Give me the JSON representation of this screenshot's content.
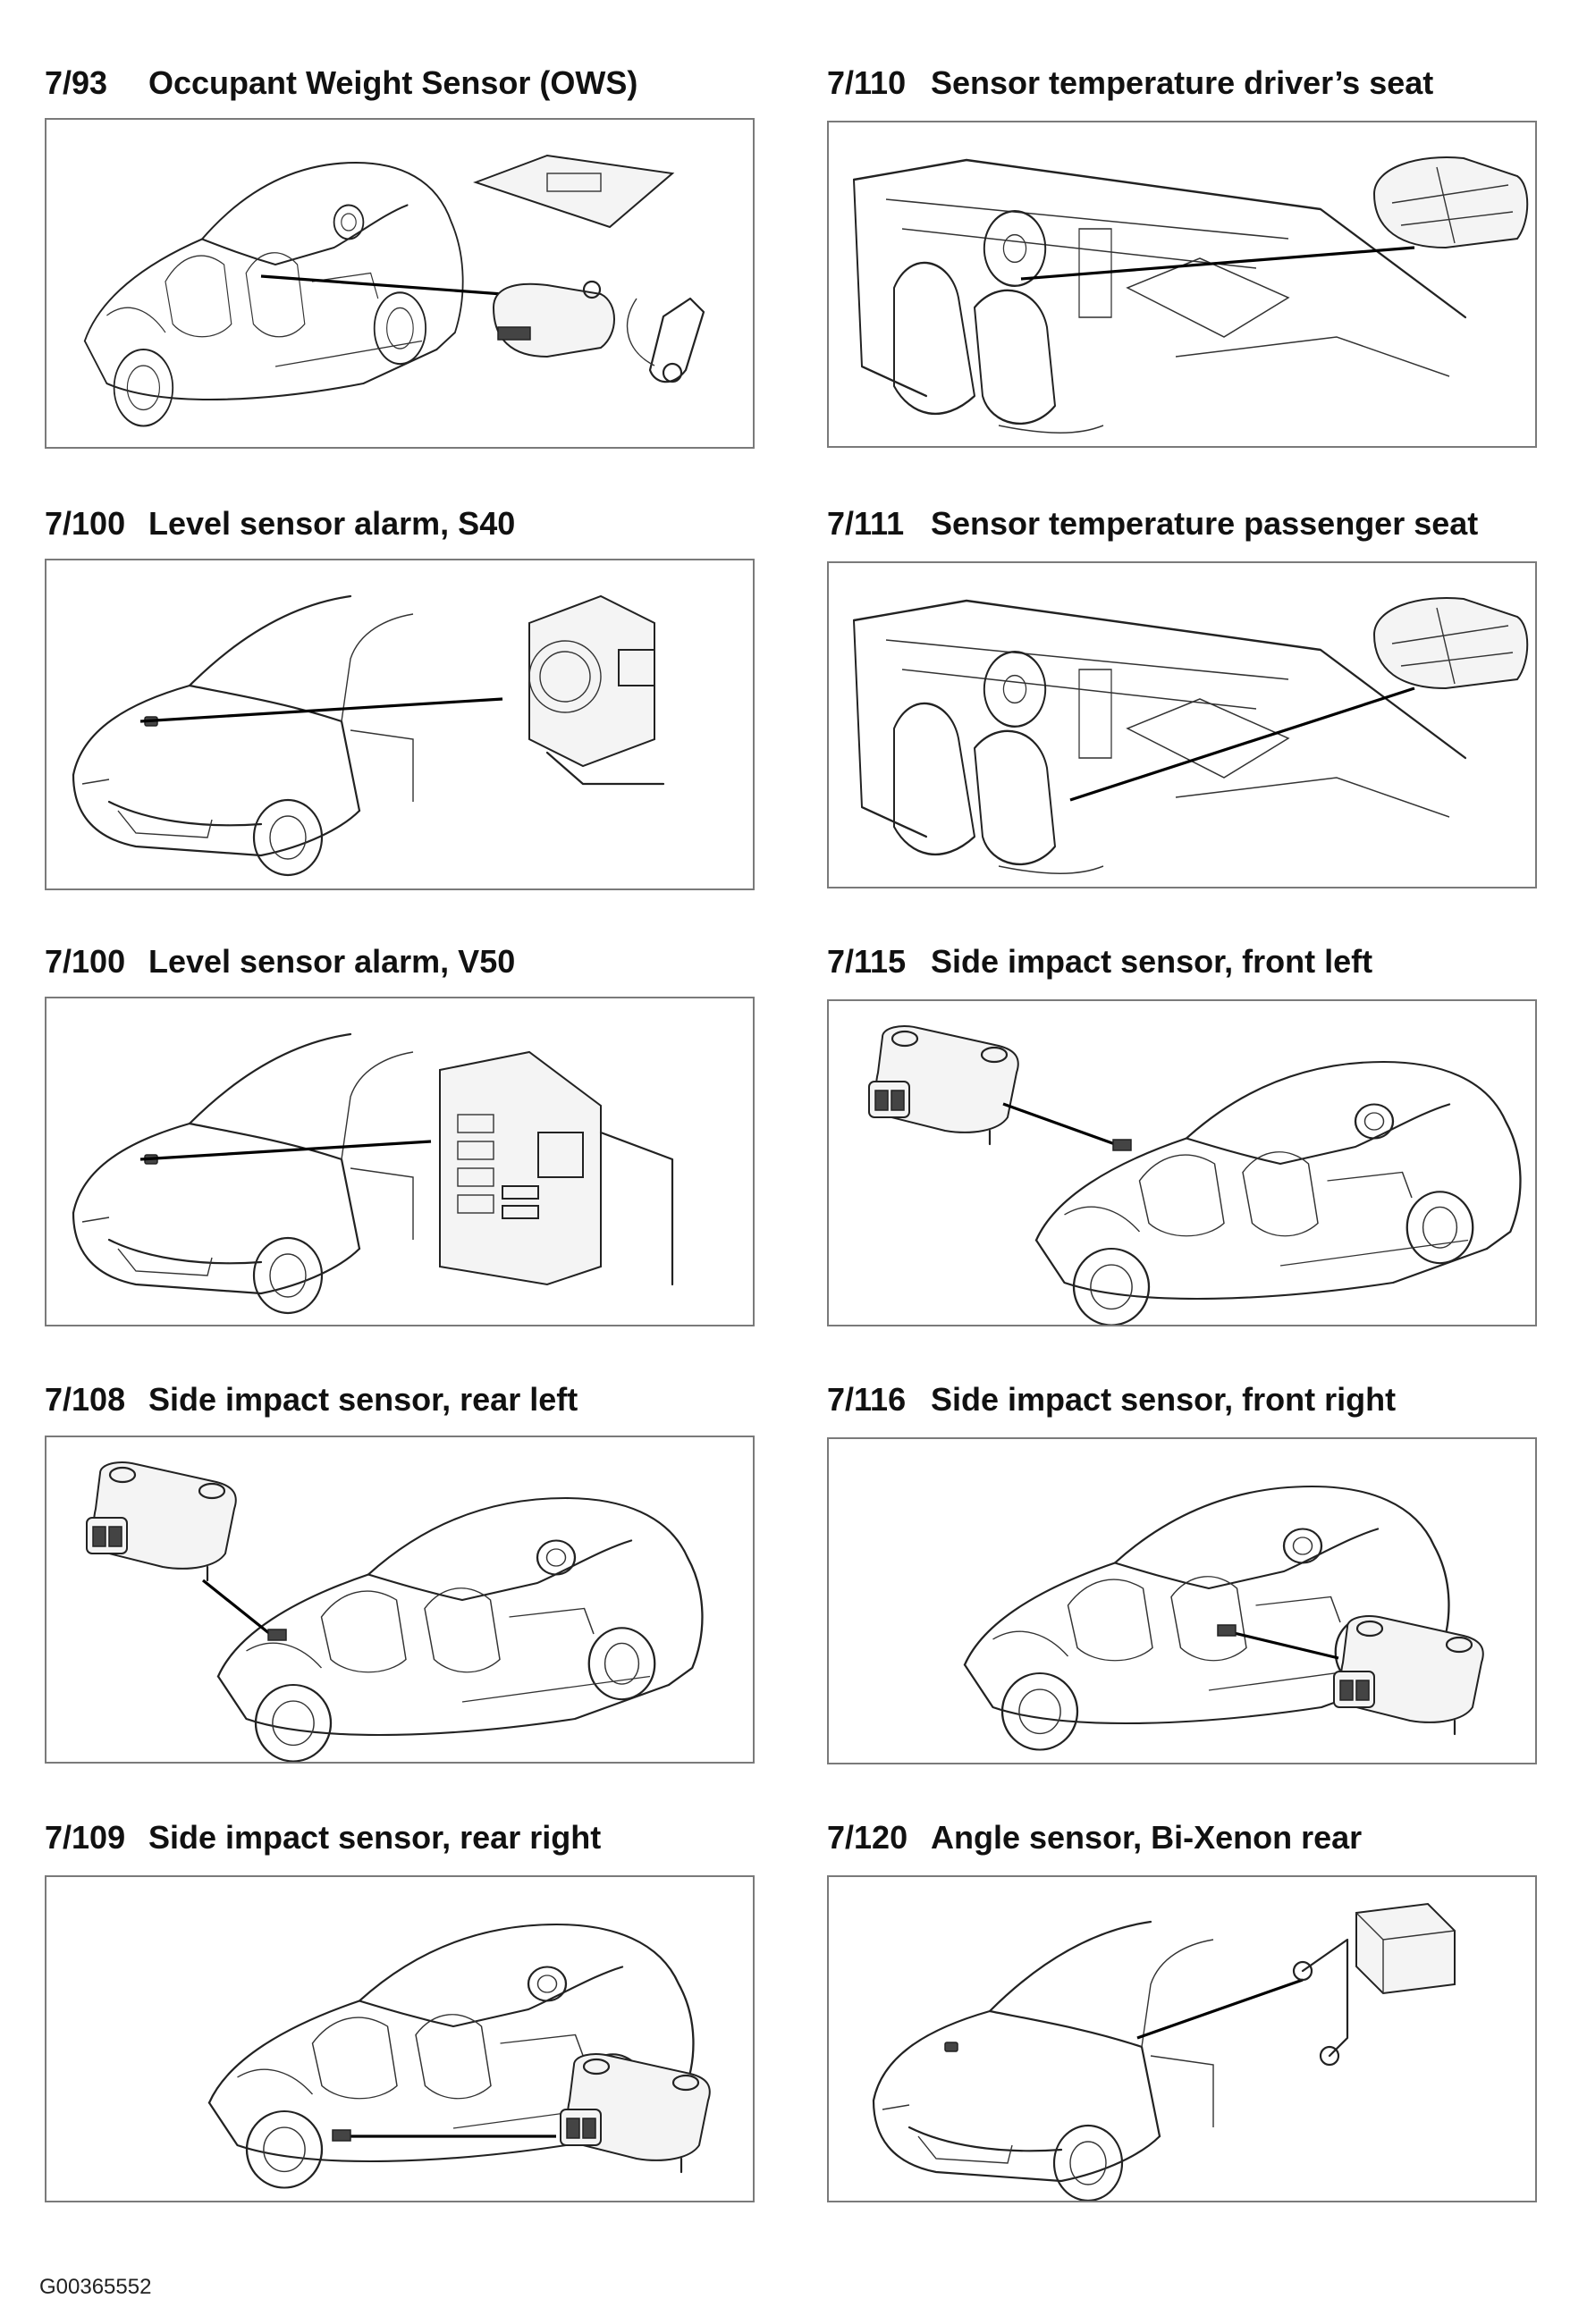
{
  "panels": [
    {
      "number": "7/93",
      "title": "Occupant Weight Sensor (OWS)"
    },
    {
      "number": "7/110",
      "title": "Sensor temperature driver’s seat"
    },
    {
      "number": "7/100",
      "title": "Level sensor alarm, S40"
    },
    {
      "number": "7/111",
      "title": "Sensor temperature passenger seat"
    },
    {
      "number": "7/100",
      "title": "Level sensor alarm, V50"
    },
    {
      "number": "7/115",
      "title": "Side impact sensor, front left"
    },
    {
      "number": "7/108",
      "title": "Side impact sensor, rear left"
    },
    {
      "number": "7/116",
      "title": "Side impact sensor, front right"
    },
    {
      "number": "7/109",
      "title": "Side impact sensor, rear right"
    },
    {
      "number": "7/120",
      "title": "Angle sensor, Bi-Xenon rear"
    }
  ],
  "document_code": "G00365552"
}
